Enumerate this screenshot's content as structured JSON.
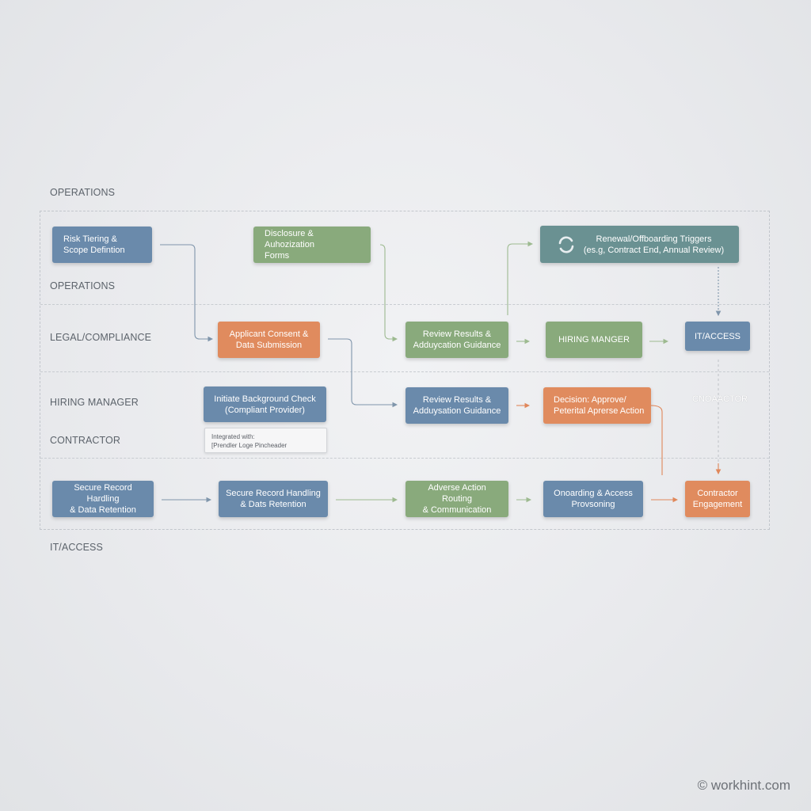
{
  "lanes": {
    "operations_top": "OPERATIONS",
    "operations": "OPERATIONS",
    "legal": "LEGAL/COMPLIANCE",
    "hiring": "HIRING MANAGER",
    "contractor": "CONTRACTOR",
    "it_access": "IT/ACCESS"
  },
  "boxes": {
    "risk": "Risk Tiering &\nScope Defintion",
    "disclosure": "Disclosure & Auhozization\nForms",
    "renewal": "Renewal/Offboarding Triggers\n(es.g, Contract End, Annual Review)",
    "consent": "Applicant Consent &\nData Submission",
    "review1": "Review Results &\nAdduycation Guidance",
    "hiring_box": "HIRING MANGER",
    "it_box": "IT/ACCESS",
    "initiate": "Initiate Background Check\n(Compliant Provider)",
    "review2": "Review Results &\nAdduysation Guidance",
    "decision": "Decision: Approve/\nPeterital Aprerse Action",
    "secure1": "Secure Record Hardling\n& Data Retention",
    "secure2": "Secure Record Handling\n& Dats Retention",
    "adverse": "Adverse Action Routing\n& Communication",
    "onboarding": "Onoarding & Access\nProvsoning",
    "contractor_eng": "Contractor\nEngagement"
  },
  "note": "Integrated with:\n[Prendler Loge Pincheader",
  "floating_label": "CNOAACTOR",
  "watermark": "© workhint.com",
  "colors": {
    "blue": "#6a8aab",
    "green": "#89aa7c",
    "orange": "#e08b5e",
    "teal": "#6a9192",
    "connector_blue": "#7f95ab",
    "connector_green": "#9dba90",
    "connector_orange": "#e0875a"
  },
  "icons": {
    "renewal": "refresh-icon"
  }
}
